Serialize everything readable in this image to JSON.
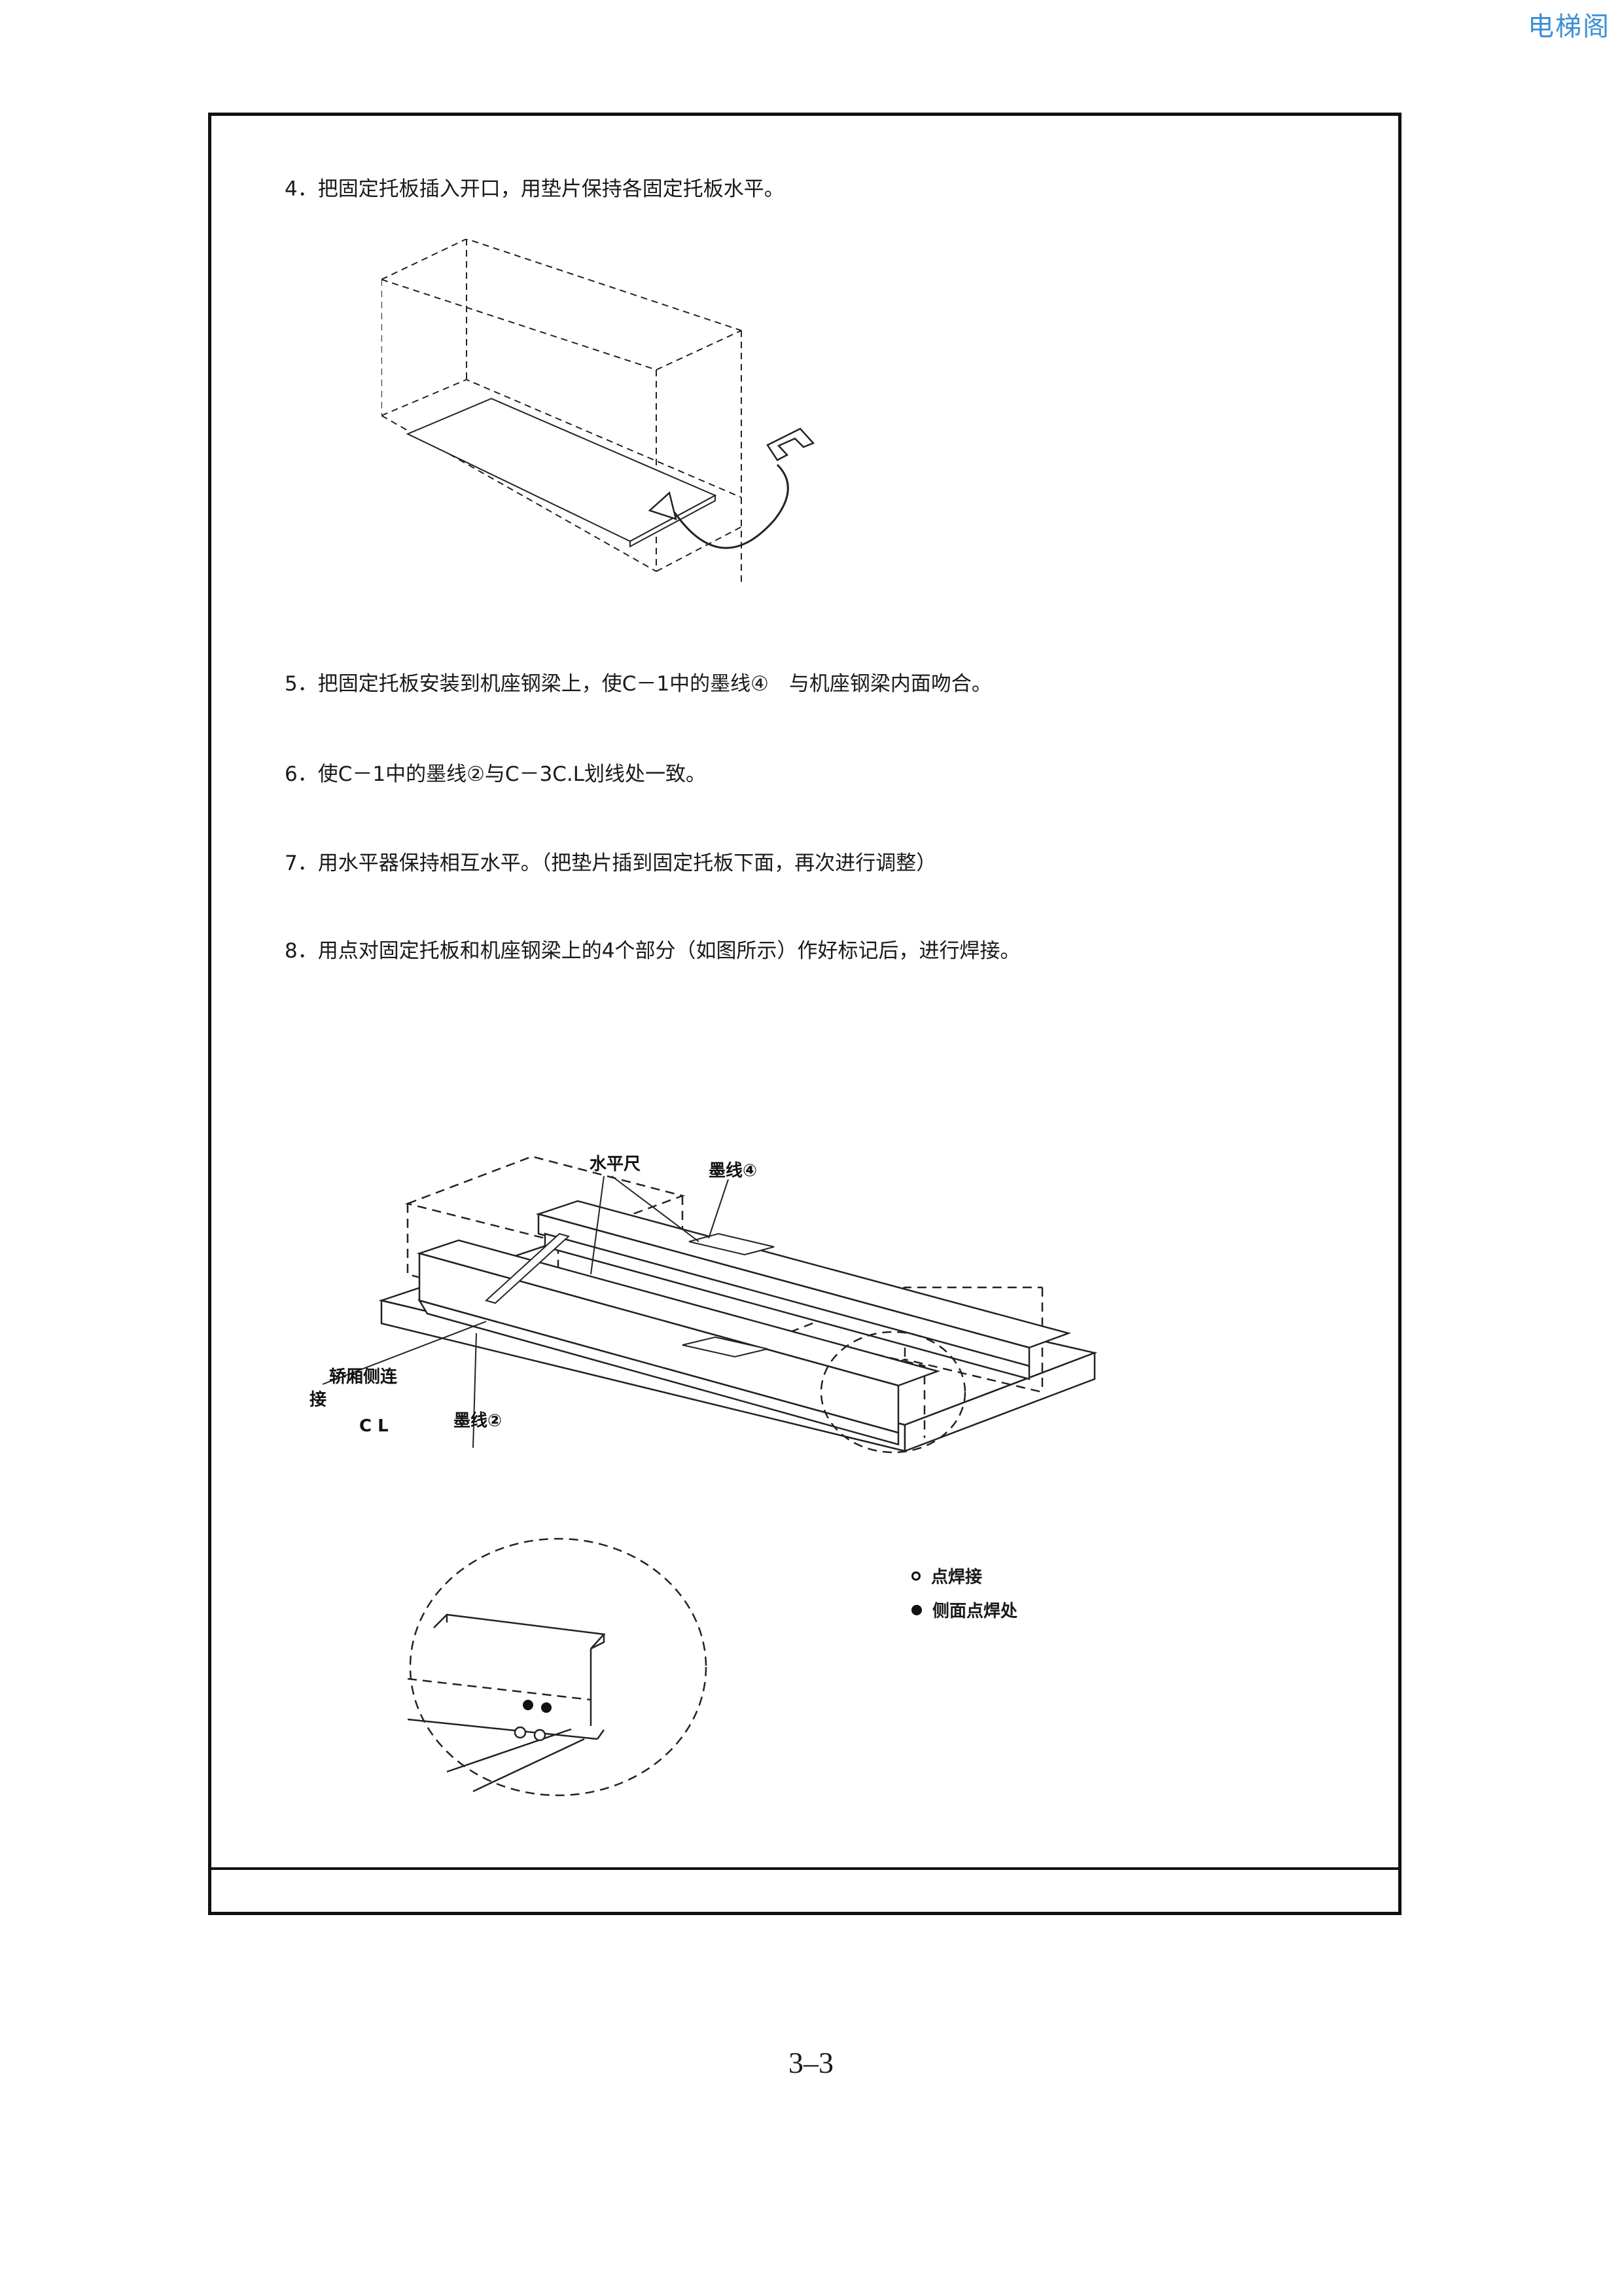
{
  "watermark": "电梯阁",
  "steps": [
    "4．把固定托板插入开口，用垫片保持各固定托板水平。",
    "5．把固定托板安装到机座钢梁上，使C－1中的墨线④　与机座钢梁内面吻合。",
    "6．使C－1中的墨线②与C－3C.L划线处一致。",
    "7．用水平器保持相互水平。（把垫片插到固定托板下面，再次进行调整）",
    "8．用点对固定托板和机座钢梁上的4个部分（如图所示）作好标记后，进行焊接。"
  ],
  "figure2": {
    "label_level": "水平尺",
    "label_line4": "墨线④",
    "label_car_side_1": "轿厢侧连",
    "label_car_side_2": "接",
    "label_cl": "C L",
    "label_line2": "墨线②"
  },
  "legend": {
    "spot_weld": "点焊接",
    "side_spot_weld": "侧面点焊处"
  },
  "page_number": "3–3"
}
